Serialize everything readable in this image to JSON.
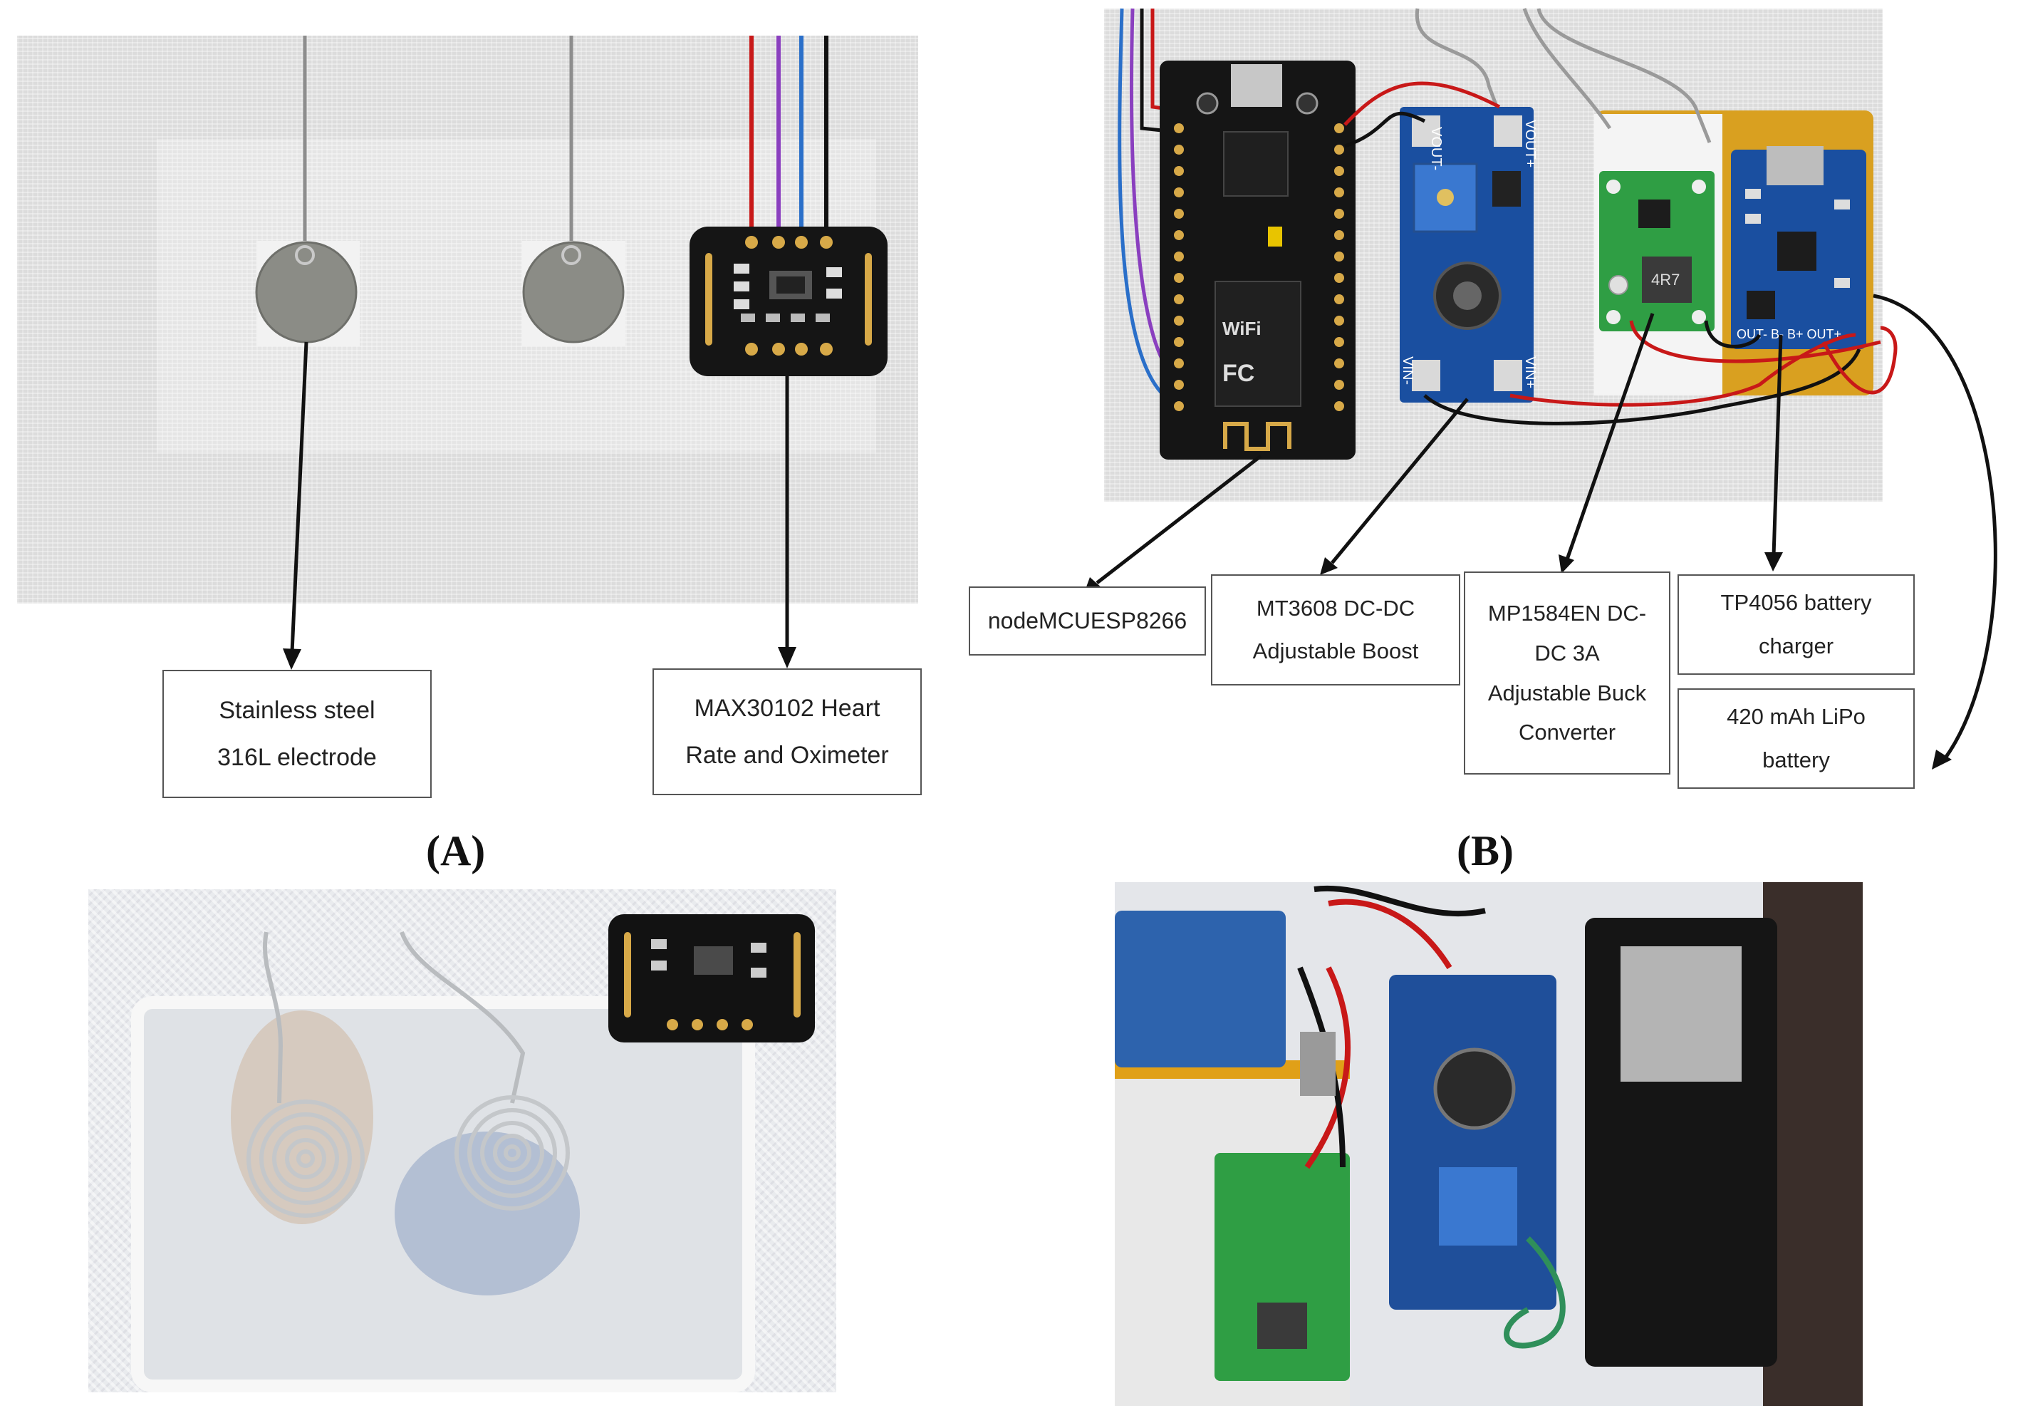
{
  "panel_a": {
    "tag": "(A)",
    "electrode_label": {
      "line1": "Stainless steel",
      "line2": "316L electrode"
    },
    "sensor_label": {
      "line1": "MAX30102 Heart",
      "line2": "Rate and Oximeter"
    }
  },
  "panel_b": {
    "tag": "(B)",
    "labels": {
      "mcu": "nodeMCUESP8266",
      "boost": {
        "line1": "MT3608 DC-DC",
        "line2": "Adjustable Boost"
      },
      "buck": {
        "line1": "MP1584EN DC-",
        "line2": "DC 3A",
        "line3": "Adjustable Buck",
        "line4": "Converter"
      },
      "charger": {
        "line1": "TP4056 battery",
        "line2": "charger"
      },
      "battery": {
        "line1": "420 mAh LiPo",
        "line2": "battery"
      }
    },
    "board_text": {
      "boost_vout_minus": "VOUT-",
      "boost_vout_plus": "VOUT+",
      "boost_vin_minus": "VIN-",
      "boost_vin_plus": "VIN+",
      "buck_inductor": "4R7",
      "charger_pins": "OUT- B- B+ OUT+",
      "wifi": "WiFi",
      "fc": "FC"
    }
  },
  "colors": {
    "wire_red": "#c81818",
    "wire_purple": "#8a3fbf",
    "wire_blue": "#2a6fc9",
    "wire_black": "#111111",
    "wire_gray": "#9a9a9a",
    "pcb_black": "#151515",
    "pcb_blue": "#1a4fa0",
    "pcb_green": "#2f9e44"
  }
}
